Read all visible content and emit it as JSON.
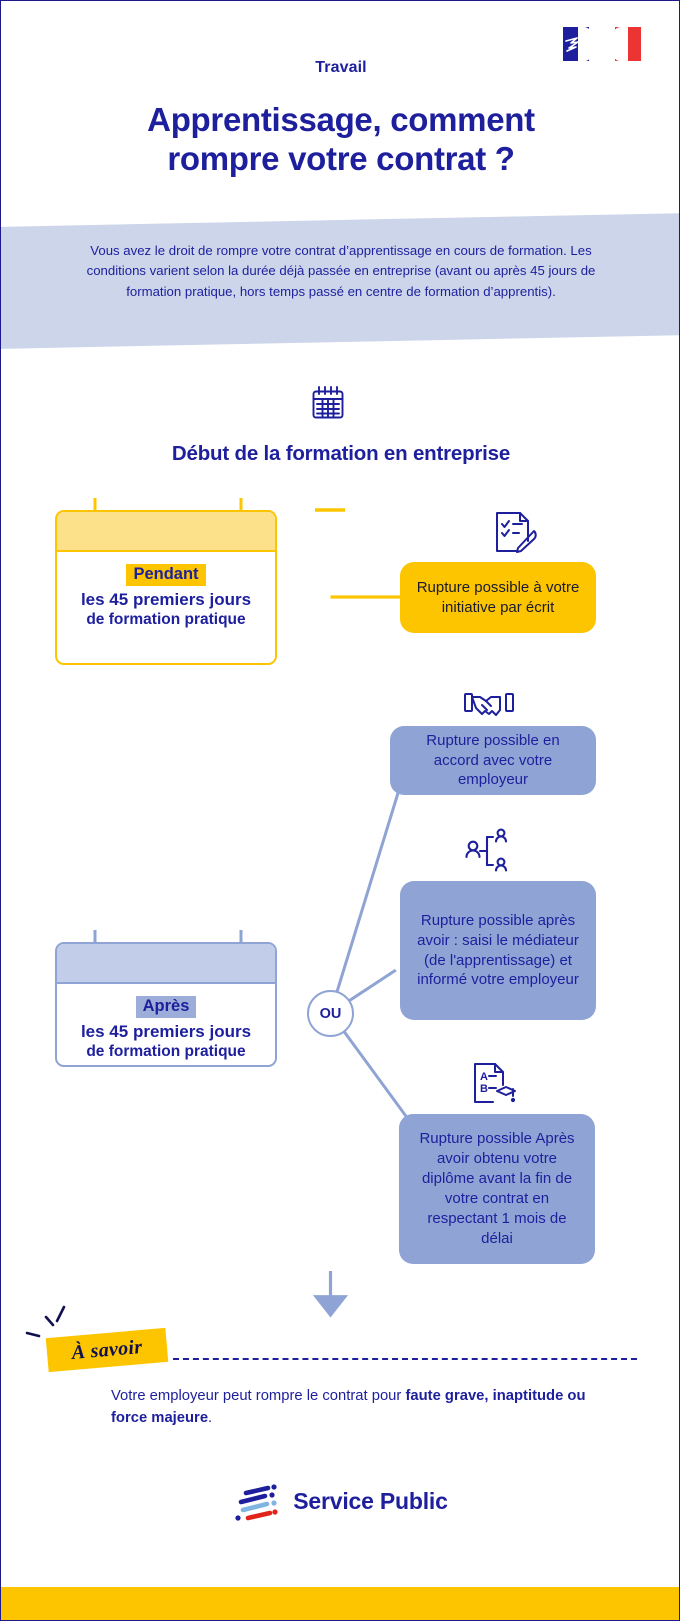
{
  "header": {
    "logo_icon": "marianne-french-republic-logo",
    "kicker": "Travail",
    "headline_line1": "Apprentissage, comment",
    "headline_line2": "rompre votre contrat ?"
  },
  "intro": {
    "text": "Vous avez le droit de rompre votre contrat d’apprentissage en cours de formation. Les conditions varient selon la durée déjà passée en entreprise (avant ou après 45 jours de formation pratique, hors temps passé en centre de formation d’apprentis)."
  },
  "section": {
    "icon": "calendar-icon",
    "title": "Début de la formation en entreprise"
  },
  "flow": {
    "junction_label": "OU",
    "periods": [
      {
        "id": "pendant",
        "tag": "Pendant",
        "line1": "les 45 premiers jours",
        "line2": "de formation pratique",
        "icon": "calendar-card-icon",
        "color": "#FCC500"
      },
      {
        "id": "apres",
        "tag": "Après",
        "line1": "les 45 premiers jours",
        "line2": "de formation pratique",
        "icon": "calendar-card-icon",
        "color": "#8FA4D4"
      }
    ],
    "outcomes": [
      {
        "id": "initiative",
        "icon": "checklist-pen-icon",
        "text": "Rupture possible à votre initiative par écrit",
        "color": "#FCC500"
      },
      {
        "id": "accord",
        "icon": "handshake-icon",
        "text": "Rupture possible en accord avec votre employeur",
        "color": "#8FA4D4"
      },
      {
        "id": "mediateur",
        "icon": "mediator-people-icon",
        "text": "Rupture possible après avoir : saisi le médiateur (de l'apprentissage) et informé votre employeur",
        "color": "#8FA4D4"
      },
      {
        "id": "diplome",
        "icon": "diploma-graduation-icon",
        "text": "Rupture possible Après avoir obtenu votre diplôme avant la fin de votre contrat en respectant 1 mois de délai",
        "color": "#8FA4D4"
      }
    ]
  },
  "note": {
    "badge": "À savoir",
    "text_plain": "Votre employeur peut rompre le contrat pour ",
    "text_bold": "faute grave, inaptitude ou force majeure",
    "text_end": "."
  },
  "footer": {
    "logo_icon": "service-public-logo",
    "logo_text": "Service Public"
  },
  "colors": {
    "navy": "#1D1F9C",
    "yellow": "#FCC500",
    "yellow_light": "#FDE08A",
    "blue": "#8FA4D4",
    "blue_pale": "#CCD5EA",
    "red": "#EC3434"
  }
}
